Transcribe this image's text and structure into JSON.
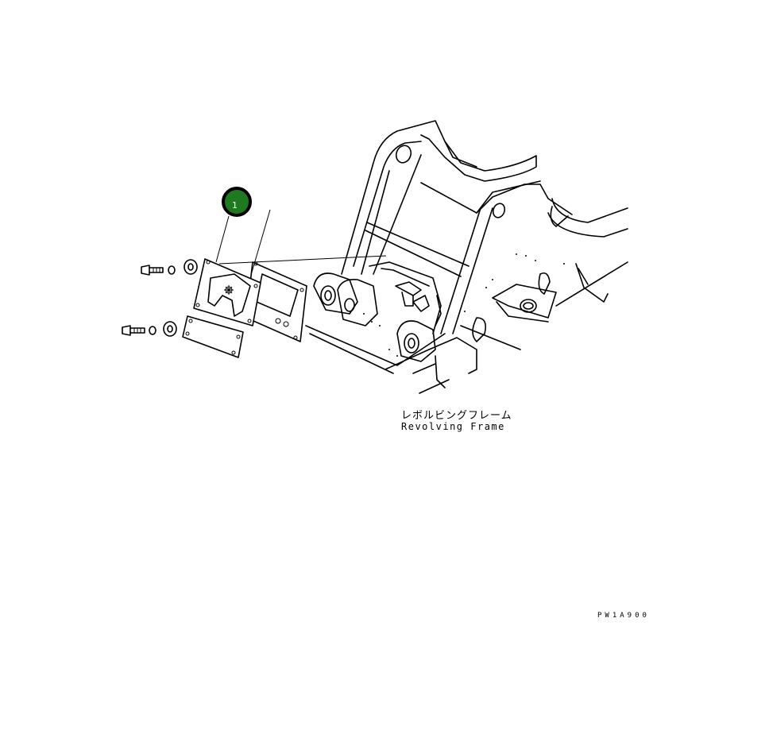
{
  "diagram": {
    "callouts": [
      {
        "number": "1",
        "color": "#1f7a1f"
      }
    ],
    "part_label_japanese": "レボルビングフレーム",
    "part_label_english": "Revolving Frame",
    "drawing_code": "PW1A900"
  }
}
